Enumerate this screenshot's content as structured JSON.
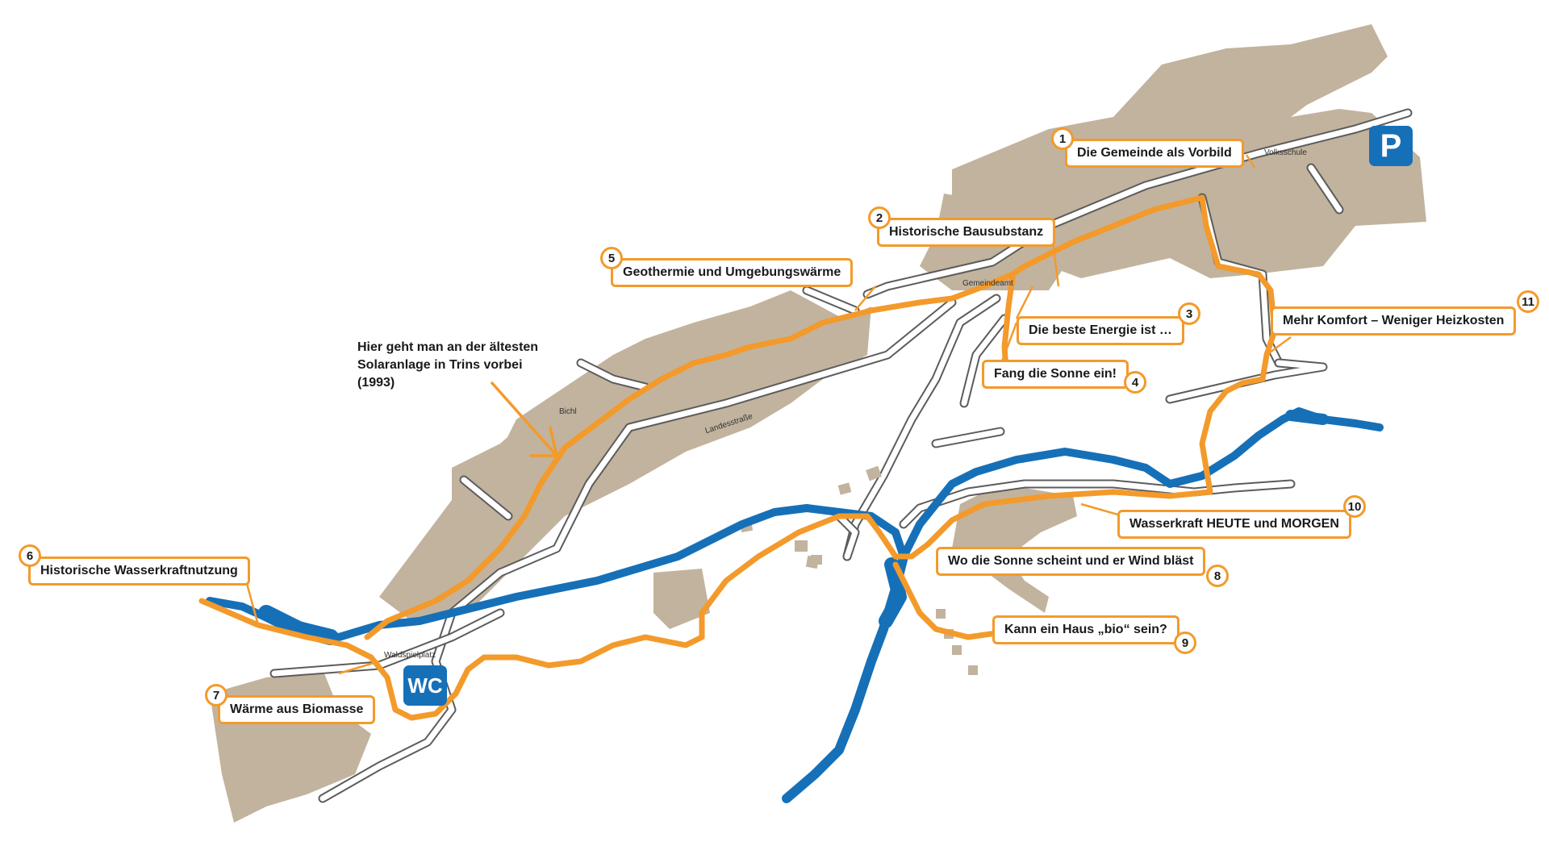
{
  "stations": [
    {
      "number": "1",
      "label": "Die Gemeinde als Vorbild"
    },
    {
      "number": "2",
      "label": "Historische Bausubstanz"
    },
    {
      "number": "3",
      "label": "Die beste Energie ist …"
    },
    {
      "number": "4",
      "label": "Fang die Sonne ein!"
    },
    {
      "number": "5",
      "label": "Geothermie und Umgebungswärme"
    },
    {
      "number": "6",
      "label": "Historische Wasserkraftnutzung"
    },
    {
      "number": "7",
      "label": "Wärme aus  Biomasse"
    },
    {
      "number": "8",
      "label": "Wo die Sonne scheint und er Wind bläst"
    },
    {
      "number": "9",
      "label": "Kann ein Haus „bio“ sein?"
    },
    {
      "number": "10",
      "label": "Wasserkraft HEUTE und MORGEN"
    },
    {
      "number": "11",
      "label": "Mehr Komfort – Weniger Heizkosten"
    }
  ],
  "place_labels": {
    "volksschule": "Volksschule",
    "gemeindeamt": "Gemeindeamt",
    "bichl": "Bichl",
    "landesstrasse": "Landesstraße",
    "waldspielplatz": "Waldspielplatz"
  },
  "annotation": {
    "line1": "Hier geht man an der ältesten",
    "line2": "Solaranlage in Trins vorbei",
    "line3": "(1993)"
  },
  "signs": {
    "parking": "P",
    "wc": "WC"
  },
  "colors": {
    "route": "#f39a2b",
    "built_area": "#c2b39e",
    "river": "#1670b8",
    "road": "#5c5c5c",
    "sign": "#1670b8"
  }
}
